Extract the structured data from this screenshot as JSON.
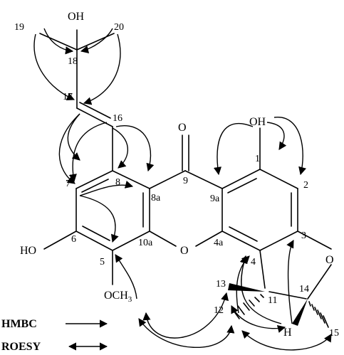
{
  "atoms": {
    "c1": "1",
    "c2": "2",
    "c3": "3",
    "c4": "4",
    "c4a": "4a",
    "c5": "5",
    "c6": "6",
    "c7": "7",
    "c8": "8",
    "c8a": "8a",
    "c9": "9",
    "c9a": "9a",
    "c10a": "10a",
    "c11": "11",
    "c12": "12",
    "c13": "13",
    "c14": "14",
    "c15": "15",
    "c16": "16",
    "c17": "17",
    "c18": "18",
    "c19": "19",
    "c20": "20"
  },
  "groups": {
    "oh_top": "OH",
    "oh_1": "OH",
    "ho_6": "HO",
    "och3_main": "OCH",
    "och3_sub": "3",
    "o_carbonyl": "O",
    "o_ring": "O",
    "o_furan": "O",
    "h_11": "H"
  },
  "legend": {
    "hmbc": "HMBC",
    "roesy": "ROESY"
  }
}
